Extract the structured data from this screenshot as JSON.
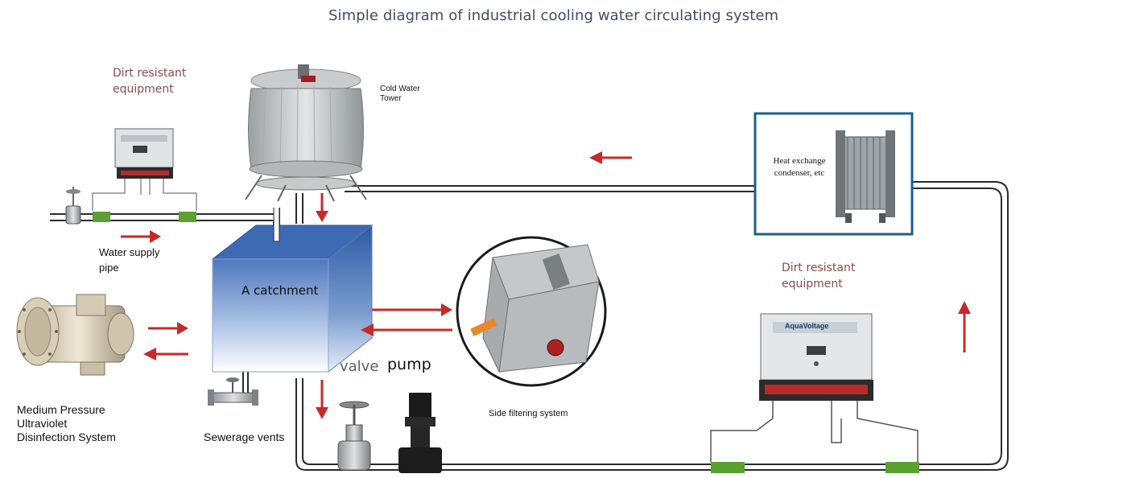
{
  "title": "Simple diagram of industrial cooling water circulating system",
  "labels": {
    "dirt_left_1": "Dirt resistant",
    "dirt_left_2": "equipment",
    "cold_tower_1": "Cold Water",
    "cold_tower_2": "Tower",
    "water_supply_1": "Water supply",
    "water_supply_2": "pipe",
    "catchment": "A catchment",
    "valve": "valve",
    "pump": "pump",
    "uv_1": "Medium Pressure",
    "uv_2": "Ultraviolet",
    "uv_3": "Disinfection System",
    "sewerage": "Sewerage vents",
    "side_filter": "Side filtering system",
    "heat_1": "Heat exchange",
    "heat_2": "condenser, etc",
    "dirt_right_1": "Dirt resistant",
    "dirt_right_2": "equipment",
    "aqua_brand": "AquaVoltage"
  },
  "colors": {
    "arrow": "#c8282a",
    "pipe": "#2a2a2a",
    "tank_top": "#4f79c0",
    "tank_bottom": "#ffffff",
    "label_red": "#8b4a4a",
    "frame": "#1e5e8c",
    "green_coupling": "#5aa033"
  }
}
